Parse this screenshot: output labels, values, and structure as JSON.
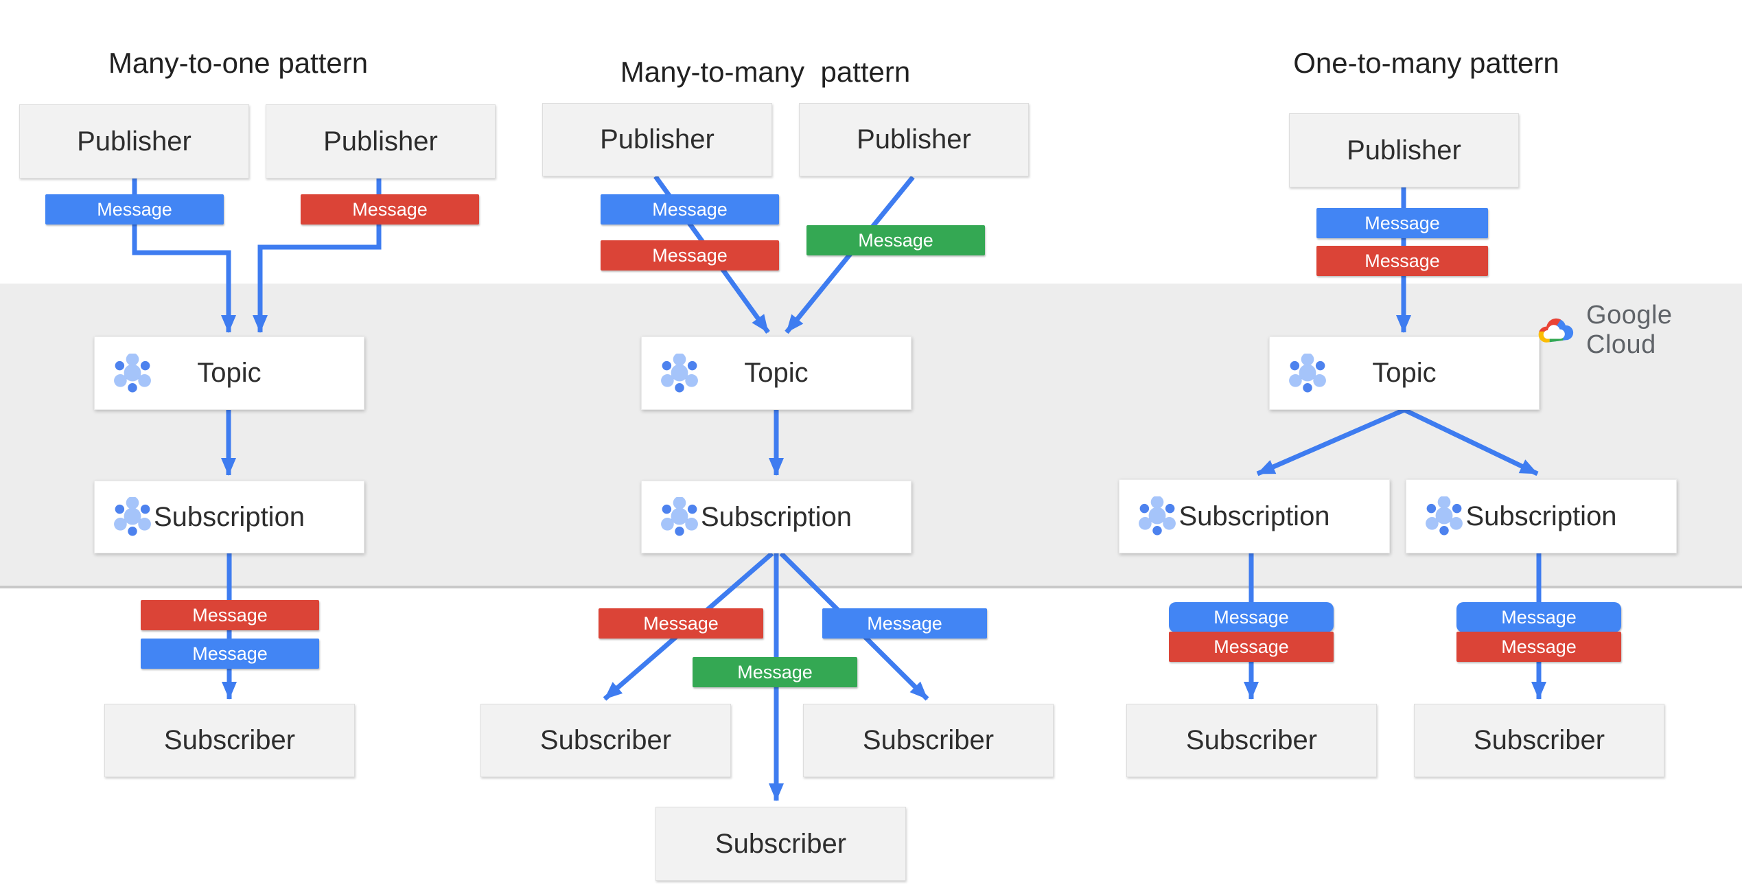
{
  "logo": {
    "text": "Google Cloud",
    "icon": "google-cloud-logo-icon"
  },
  "colors": {
    "blue": "#4285f4",
    "red": "#db4437",
    "green": "#34a853",
    "line": "#3e7cf0",
    "band": "#ededed"
  },
  "icons": {
    "topic": "pubsub-topic-icon",
    "subscription": "pubsub-subscription-icon"
  },
  "patterns": [
    {
      "title": "Many-to-one pattern",
      "publishers": [
        "Publisher",
        "Publisher"
      ],
      "topic_label": "Topic",
      "subscription_labels": [
        "Subscription"
      ],
      "subscriber_labels": [
        "Subscriber"
      ],
      "top_messages": [
        {
          "label": "Message",
          "color": "blue"
        },
        {
          "label": "Message",
          "color": "red"
        }
      ],
      "bottom_messages": [
        {
          "label": "Message",
          "color": "red"
        },
        {
          "label": "Message",
          "color": "blue"
        }
      ]
    },
    {
      "title": "Many-to-many  pattern",
      "publishers": [
        "Publisher",
        "Publisher"
      ],
      "topic_label": "Topic",
      "subscription_labels": [
        "Subscription"
      ],
      "subscriber_labels": [
        "Subscriber",
        "Subscriber",
        "Subscriber"
      ],
      "top_messages": [
        {
          "label": "Message",
          "color": "blue"
        },
        {
          "label": "Message",
          "color": "red"
        },
        {
          "label": "Message",
          "color": "green"
        }
      ],
      "bottom_messages": [
        {
          "label": "Message",
          "color": "red"
        },
        {
          "label": "Message",
          "color": "blue"
        },
        {
          "label": "Message",
          "color": "green"
        }
      ]
    },
    {
      "title": "One-to-many pattern",
      "publishers": [
        "Publisher"
      ],
      "topic_label": "Topic",
      "subscription_labels": [
        "Subscription",
        "Subscription"
      ],
      "subscriber_labels": [
        "Subscriber",
        "Subscriber"
      ],
      "top_messages": [
        {
          "label": "Message",
          "color": "blue"
        },
        {
          "label": "Message",
          "color": "red"
        }
      ],
      "bottom_messages": [
        {
          "label": "Message",
          "color": "blue"
        },
        {
          "label": "Message",
          "color": "red"
        },
        {
          "label": "Message",
          "color": "blue"
        },
        {
          "label": "Message",
          "color": "red"
        }
      ]
    }
  ]
}
